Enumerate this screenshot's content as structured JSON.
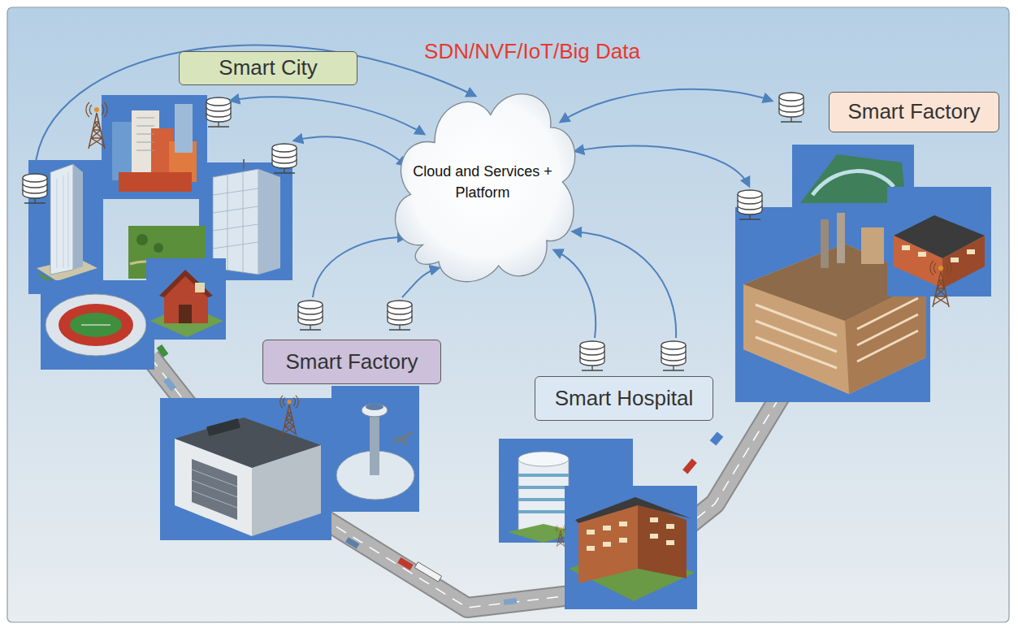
{
  "diagram": {
    "title": "SDN/NVF/IoT/Big Data",
    "nodes": [
      {
        "text": [
          "Smart City"
        ]
      },
      {
        "text": [
          "Cloud and Services + Platform"
        ]
      },
      {
        "text": [
          "Smart Factory"
        ]
      },
      {
        "text": [
          "Smart Factory"
        ]
      },
      {
        "text": [
          "Smart Hospital"
        ]
      }
    ]
  }
}
